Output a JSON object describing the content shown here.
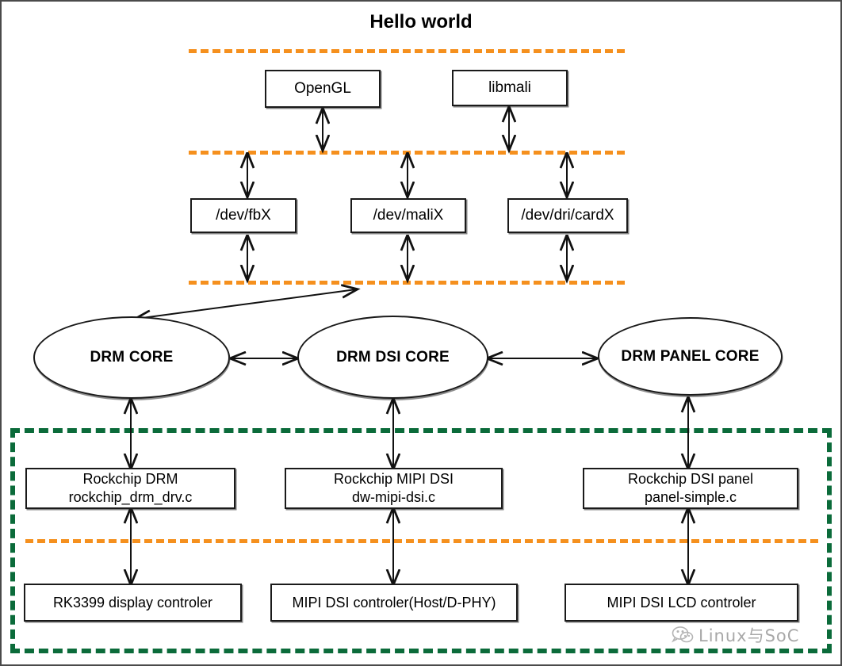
{
  "diagram": {
    "title": "Hello world",
    "colors": {
      "orange_divider": "#F5901E",
      "green_region": "#0B6B3A",
      "node_border": "#1A1A1A",
      "background": "#FFFFFF"
    },
    "userspace_nodes": [
      {
        "label": "OpenGL"
      },
      {
        "label": "libmali"
      }
    ],
    "device_nodes": [
      {
        "label": "/dev/fbX"
      },
      {
        "label": "/dev/maliX"
      },
      {
        "label": "/dev/dri/cardX"
      }
    ],
    "core_nodes": [
      {
        "label": "DRM CORE"
      },
      {
        "label": "DRM DSI CORE"
      },
      {
        "label": "DRM PANEL CORE"
      }
    ],
    "driver_nodes": [
      {
        "line1": "Rockchip DRM",
        "line2": "rockchip_drm_drv.c"
      },
      {
        "line1": "Rockchip MIPI DSI",
        "line2": "dw-mipi-dsi.c"
      },
      {
        "line1": "Rockchip DSI panel",
        "line2": "panel-simple.c"
      }
    ],
    "hardware_nodes": [
      {
        "label": "RK3399 display controler"
      },
      {
        "label": "MIPI DSI controler(Host/D-PHY)"
      },
      {
        "label": "MIPI DSI LCD controler"
      }
    ],
    "watermark": {
      "text": "Linux与SoC",
      "icon": "wechat-icon"
    }
  }
}
